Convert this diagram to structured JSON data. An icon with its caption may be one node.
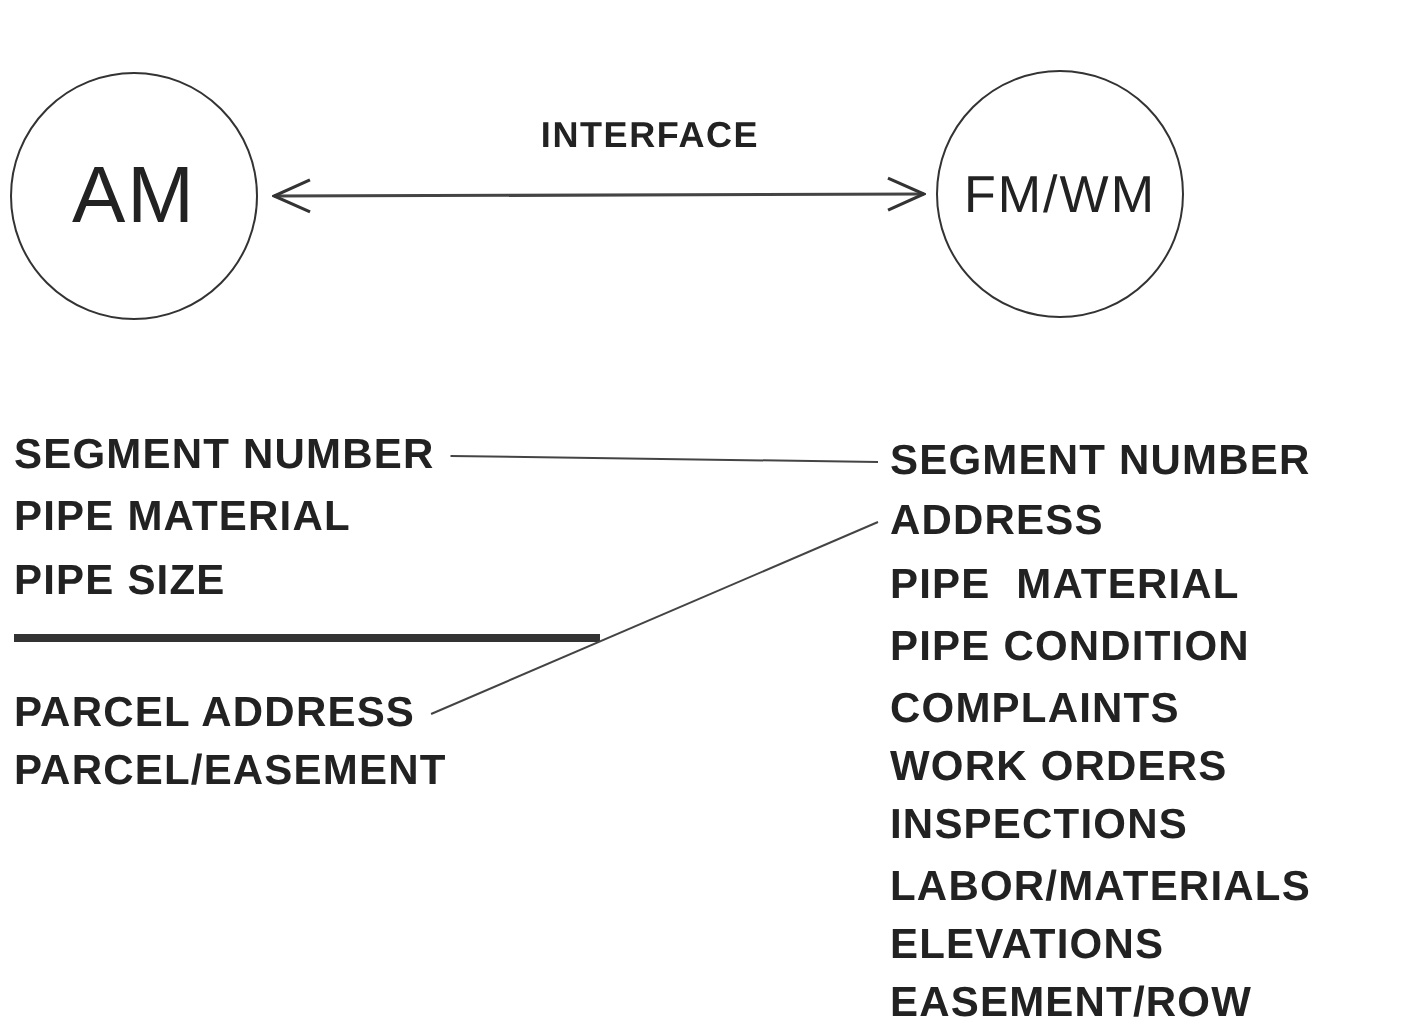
{
  "diagram": {
    "nodes": [
      {
        "text": [
          "AM"
        ]
      },
      {
        "text": [
          "FM/WM"
        ]
      },
      {
        "text": [
          "SEGMENT NUMBER"
        ]
      },
      {
        "text": [
          "PARCEL ADDRESS"
        ]
      },
      {
        "text": [
          "SEGMENT NUMBER"
        ]
      },
      {
        "text": [
          "ADDRESS"
        ]
      }
    ],
    "edges": [
      {
        "from": 0,
        "to": 1,
        "arrow": "both",
        "label": "INTERFACE"
      },
      {
        "from": 2,
        "to": 4,
        "arrow": "none"
      },
      {
        "from": 3,
        "to": 5,
        "arrow": "none"
      }
    ],
    "labels": [
      "PIPE MATERIAL",
      "PIPE SIZE",
      "PARCEL/EASEMENT",
      "PIPE  MATERIAL",
      "PIPE CONDITION",
      "COMPLAINTS",
      "WORK ORDERS",
      "INSPECTIONS",
      "LABOR/MATERIALS",
      "ELEVATIONS",
      "EASEMENT/ROW"
    ]
  }
}
